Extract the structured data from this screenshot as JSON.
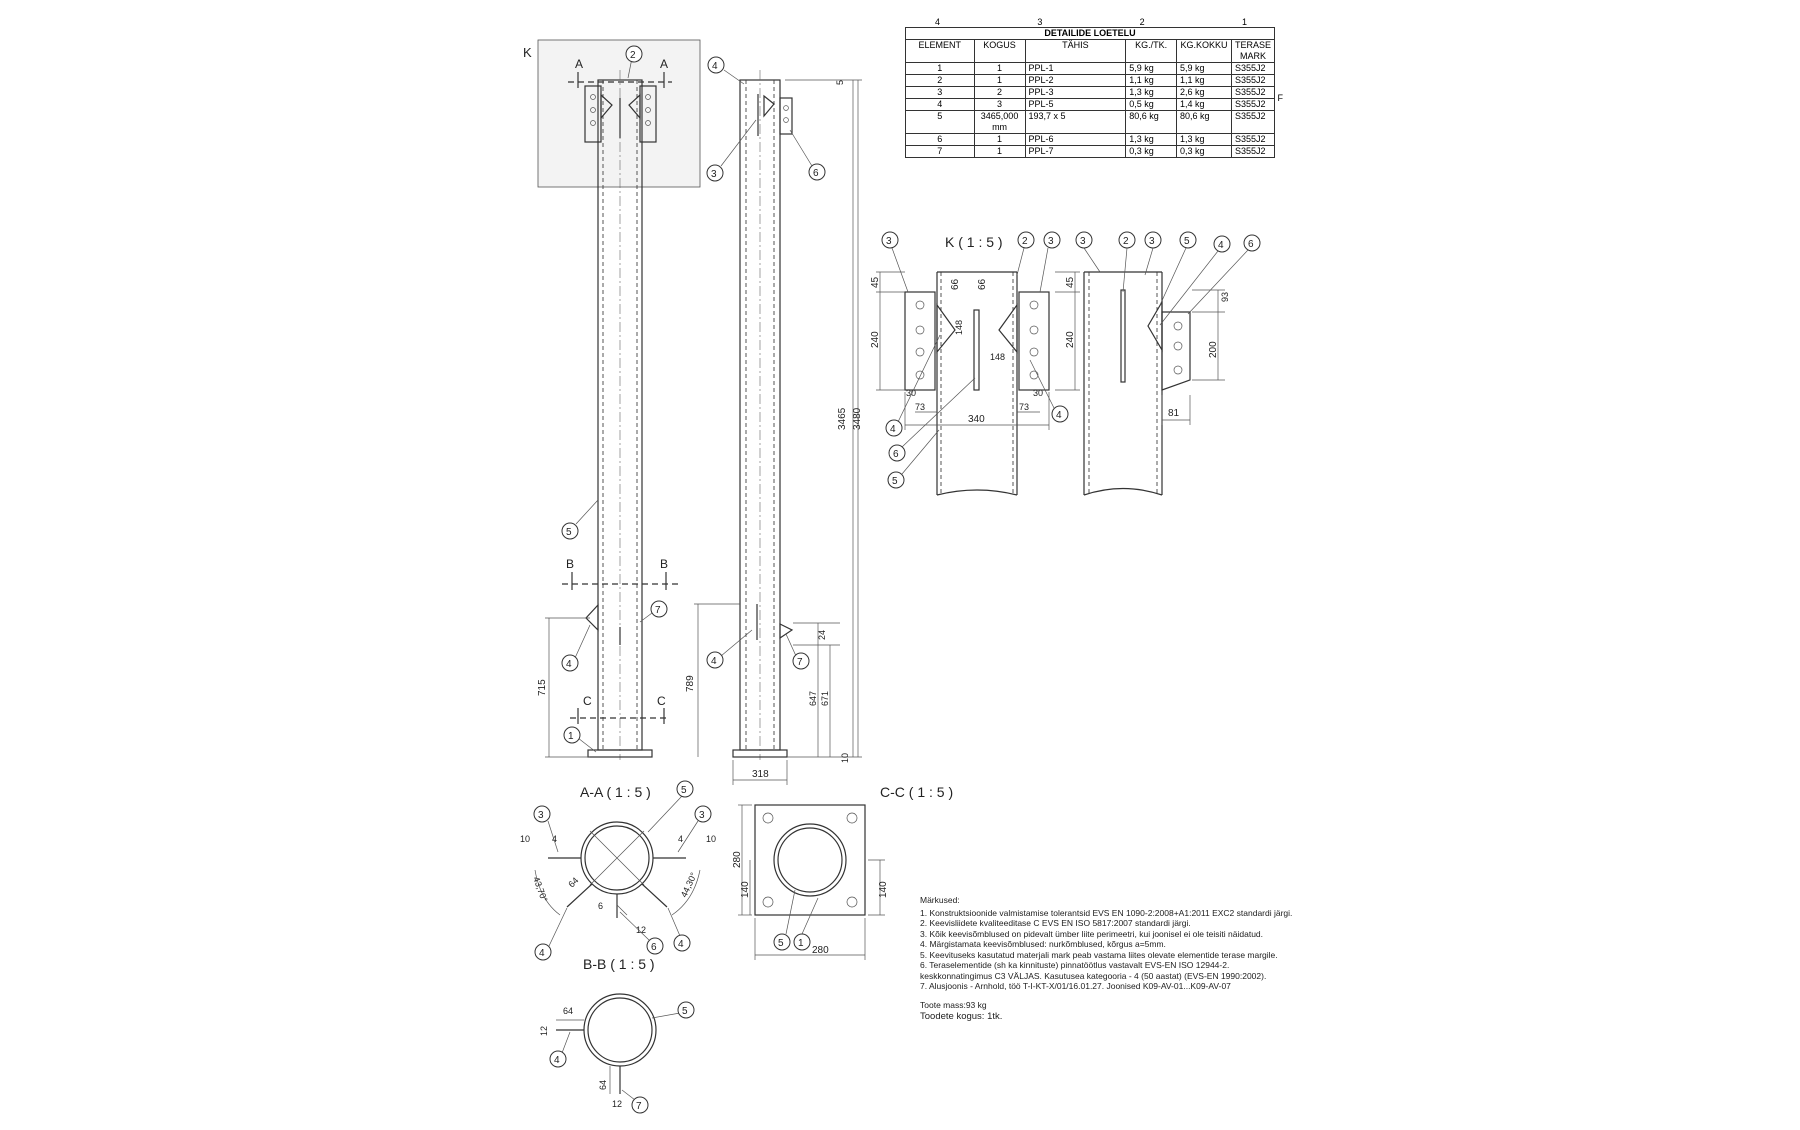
{
  "bom": {
    "title": "DETAILIDE LOETELU",
    "zone_cols": [
      "4",
      "3",
      "2",
      "1"
    ],
    "zone_row": "F",
    "headers": [
      "ELEMENT",
      "KOGUS",
      "TÄHIS",
      "KG./TK.",
      "KG.KOKKU",
      "TERASE MARK"
    ],
    "rows": [
      {
        "element": "1",
        "kogus": "1",
        "tahis": "PPL-1",
        "kg_tk": "5,9 kg",
        "kg_kokku": "5,9 kg",
        "mark": "S355J2"
      },
      {
        "element": "2",
        "kogus": "1",
        "tahis": "PPL-2",
        "kg_tk": "1,1 kg",
        "kg_kokku": "1,1 kg",
        "mark": "S355J2"
      },
      {
        "element": "3",
        "kogus": "2",
        "tahis": "PPL-3",
        "kg_tk": "1,3 kg",
        "kg_kokku": "2,6 kg",
        "mark": "S355J2"
      },
      {
        "element": "4",
        "kogus": "3",
        "tahis": "PPL-5",
        "kg_tk": "0,5 kg",
        "kg_kokku": "1,4 kg",
        "mark": "S355J2"
      },
      {
        "element": "5",
        "kogus": "3465,000 mm",
        "tahis": "193,7 x 5",
        "kg_tk": "80,6 kg",
        "kg_kokku": "80,6 kg",
        "mark": "S355J2"
      },
      {
        "element": "6",
        "kogus": "1",
        "tahis": "PPL-6",
        "kg_tk": "1,3 kg",
        "kg_kokku": "1,3 kg",
        "mark": "S355J2"
      },
      {
        "element": "7",
        "kogus": "1",
        "tahis": "PPL-7",
        "kg_tk": "0,3 kg",
        "kg_kokku": "0,3 kg",
        "mark": "S355J2"
      }
    ]
  },
  "views": {
    "k_label": "K",
    "section_a": "A",
    "section_b": "B",
    "section_c": "C",
    "detail_k": "K ( 1 : 5 )",
    "aa": "A-A ( 1 : 5 )",
    "bb": "B-B ( 1 : 5 )",
    "cc": "C-C ( 1 : 5 )"
  },
  "dims": {
    "front_715": "715",
    "side_789": "789",
    "side_3465": "3465",
    "side_3480": "3480",
    "side_5": "5",
    "side_24": "24",
    "side_647": "647",
    "side_671": "671",
    "side_10": "10",
    "side_318": "318",
    "k_45a": "45",
    "k_66a": "66",
    "k_66b": "66",
    "k_45b": "45",
    "k_240a": "240",
    "k_148a": "148",
    "k_148b": "148",
    "k_240b": "240",
    "k_30a": "30",
    "k_30b": "30",
    "k_73a": "73",
    "k_73b": "73",
    "k_340": "340",
    "k_93": "93",
    "k_200": "200",
    "k_81": "81",
    "aa_10a": "10",
    "aa_4a": "4",
    "aa_4b": "4",
    "aa_10b": "10",
    "aa_64": "64",
    "aa_43": "43,70°",
    "aa_44": "44,30°",
    "aa_6": "6",
    "aa_12": "12",
    "cc_280a": "280",
    "cc_140a": "140",
    "cc_140b": "140",
    "cc_280b": "280",
    "bb_64a": "64",
    "bb_12a": "12",
    "bb_64b": "64",
    "bb_12b": "12"
  },
  "balloons": {
    "n1": "1",
    "n2": "2",
    "n3": "3",
    "n4": "4",
    "n5": "5",
    "n6": "6",
    "n7": "7"
  },
  "notes": {
    "heading": "Märkused:",
    "items": [
      "1. Konstruktsioonide valmistamise tolerantsid EVS EN 1090-2:2008+A1:2011 EXC2 standardi järgi.",
      "2. Keevisliidete kvaliteeditase C EVS EN ISO 5817:2007 standardi järgi.",
      "3. Kõik keevisõmblused on pidevalt ümber liite perimeetri, kui joonisel ei ole teisiti näidatud.",
      "4. Märgistamata keevisõmblused: nurkõmblused, kõrgus a=5mm.",
      "5. Keevituseks kasutatud materjali mark peab vastama liites olevate elementide terase margile.",
      "6. Teraselementide (sh ka kinnituste) pinnatöötlus vastavalt EVS-EN ISO 12944-2.",
      "keskkonnatingimus C3 VÄLJAS. Kasutusea kategooria - 4 (50 aastat) (EVS-EN 1990:2002).",
      "7. Alusjoonis - Arnhold, töö T-I-KT-X/01/16.01.27. Joonised K09-AV-01...K09-AV-07"
    ]
  },
  "summary": {
    "mass": "Toote mass:93 kg",
    "qty": "Toodete kogus: 1tk."
  }
}
